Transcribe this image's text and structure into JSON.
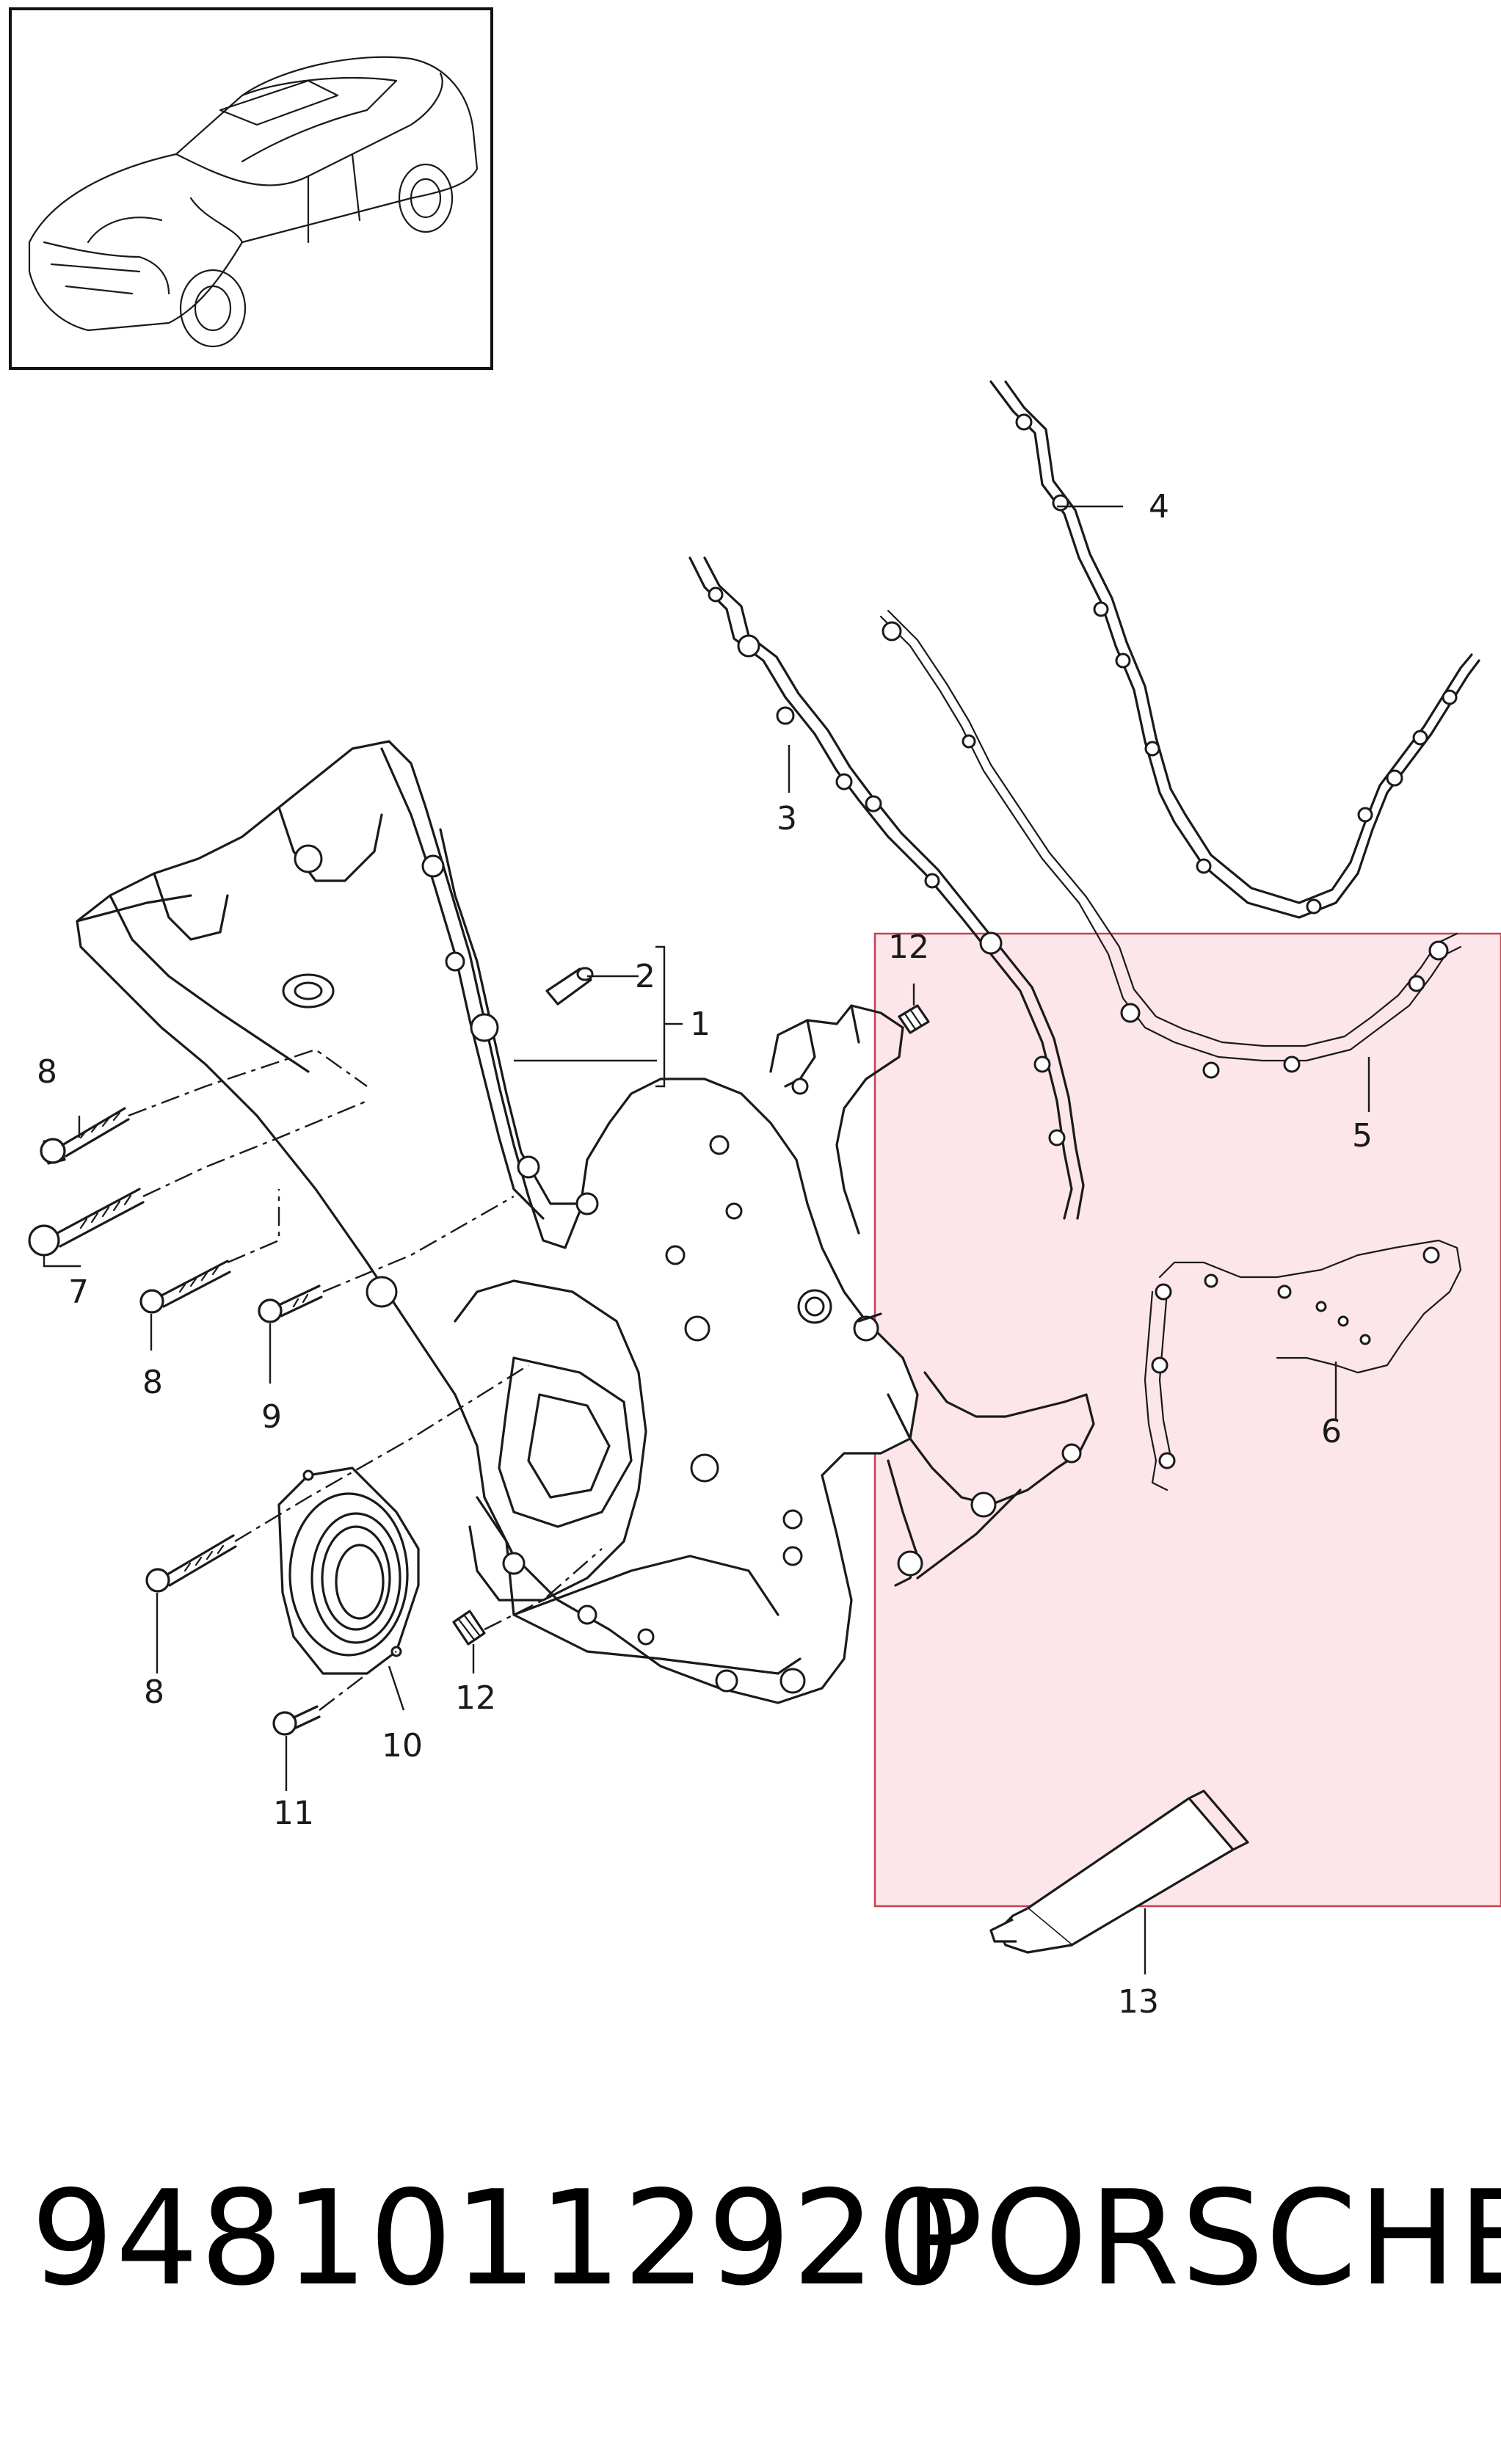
{
  "callouts": {
    "c1": "1",
    "c2": "2",
    "c3": "3",
    "c4": "4",
    "c5": "5",
    "c6": "6",
    "c7": "7",
    "c8a": "8",
    "c8b": "8",
    "c8c": "8",
    "c9": "9",
    "c10": "10",
    "c11": "11",
    "c12a": "12",
    "c12b": "12",
    "c13": "13"
  },
  "footer": {
    "part_number": "94810112920",
    "brand": "PORSCHE"
  },
  "colors": {
    "highlight_fill": "#fde3e8",
    "highlight_stroke": "#c8404f",
    "line": "#1a1a1a"
  },
  "icons": {
    "thumbnail": "suv-car-icon",
    "tube": "sealant-tube-icon"
  }
}
